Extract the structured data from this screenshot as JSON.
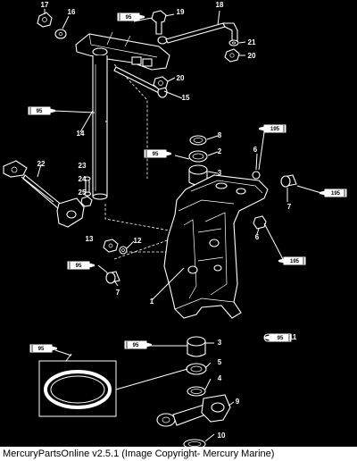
{
  "caption": "MercuryPartsOnline v2.5.1 (Image Copyright- Mercury Marine)",
  "tube_label": "95",
  "tube_label_alt": "195",
  "callouts": [
    "17",
    "16",
    "19",
    "18",
    "21",
    "20",
    "20",
    "15",
    "14",
    "8",
    "2",
    "6",
    "3",
    "22",
    "23",
    "24",
    "25",
    "7",
    "13",
    "12",
    "6",
    "7",
    "1",
    "3",
    "11",
    "5",
    "4",
    "9",
    "10"
  ],
  "icons": [
    "lubricant-tube-icon"
  ]
}
